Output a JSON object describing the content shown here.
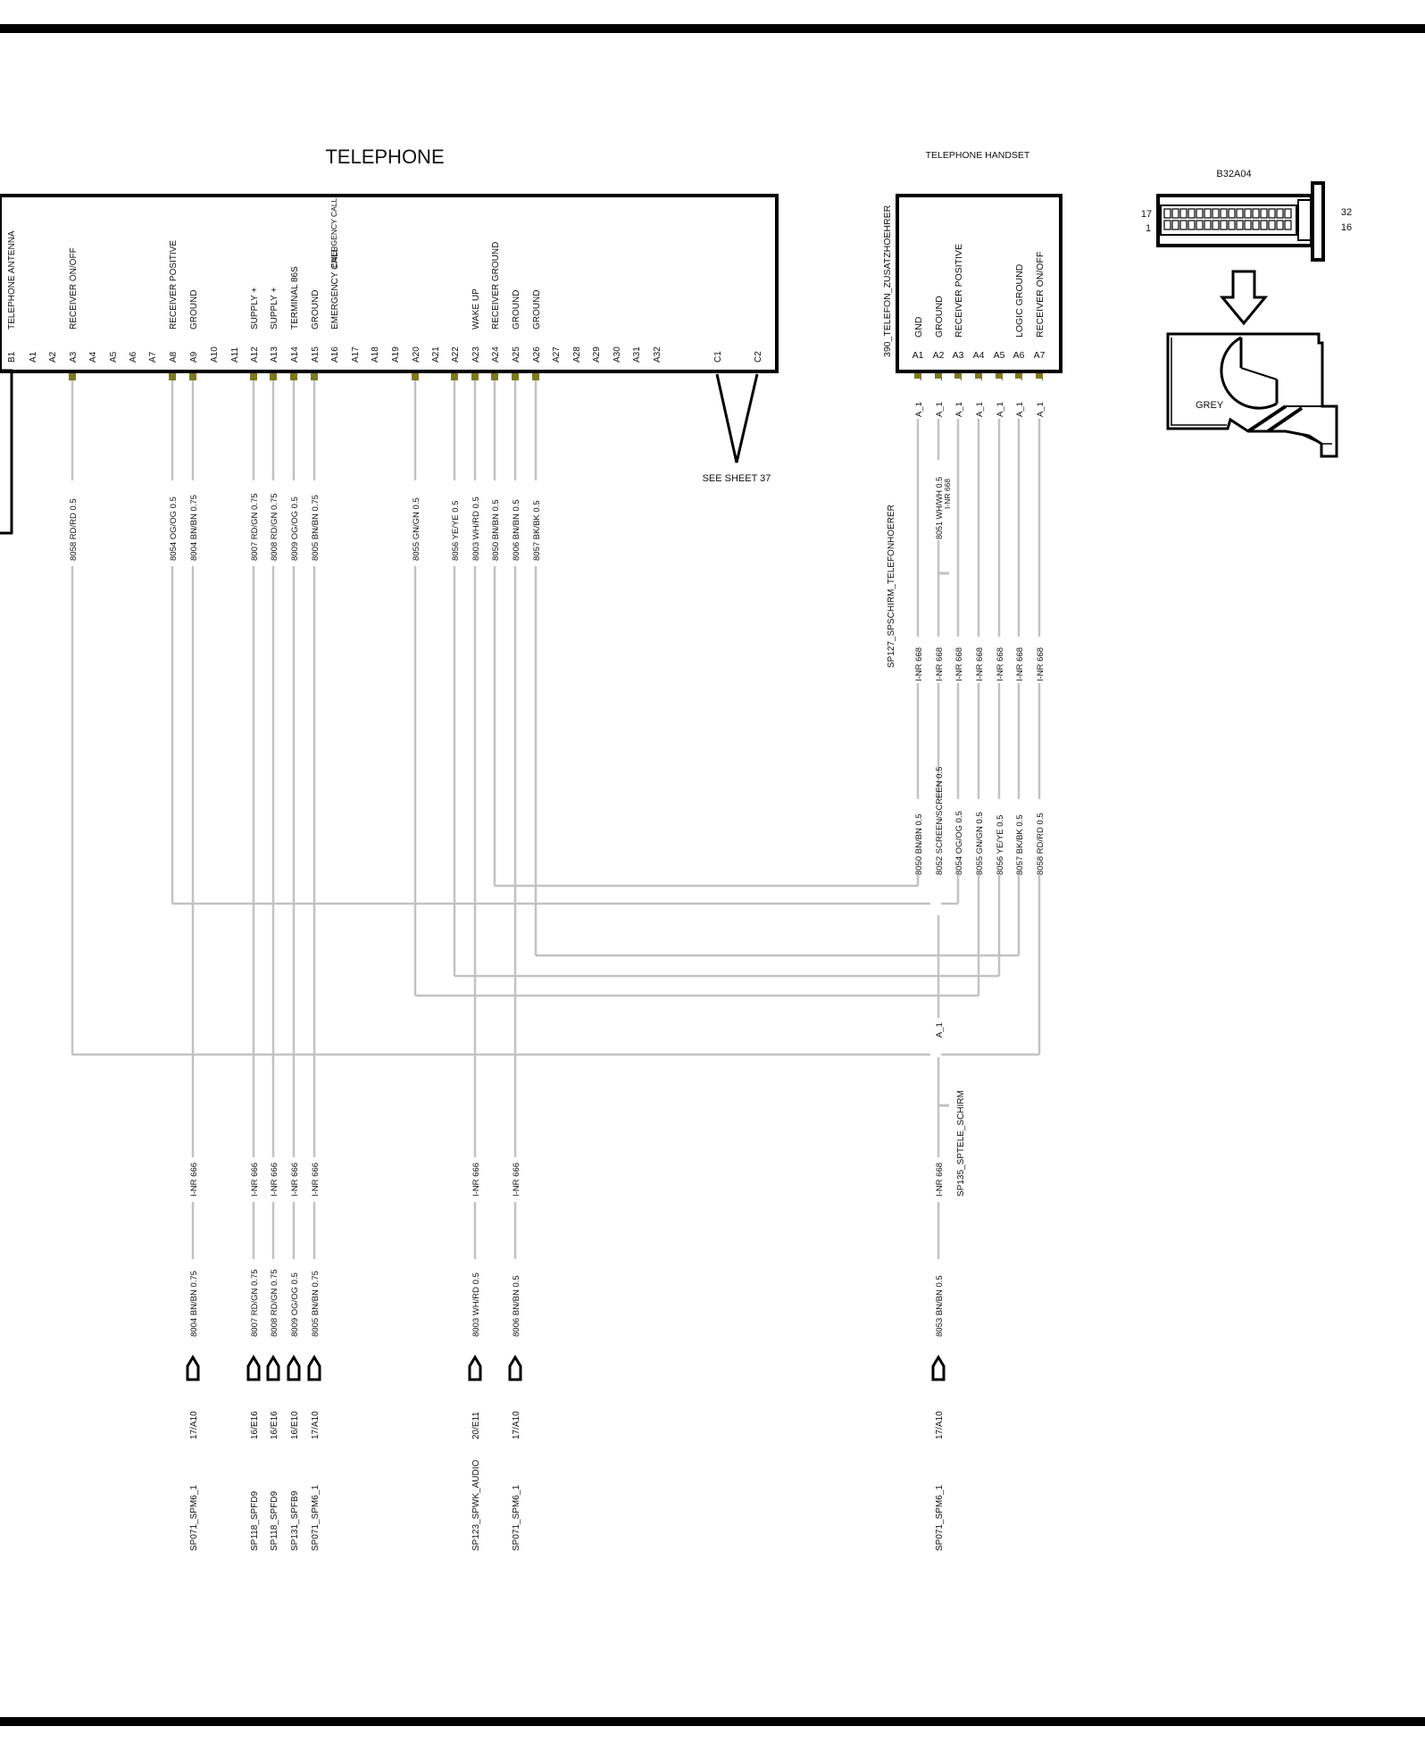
{
  "telephone": {
    "title": "TELEPHONE",
    "pin_functions": [
      {
        "id": "B1",
        "fn": "TELEPHONE ANTENNA"
      },
      {
        "id": "A1",
        "fn": ""
      },
      {
        "id": "A2",
        "fn": ""
      },
      {
        "id": "A3",
        "fn": "RECEIVER   ON/OFF"
      },
      {
        "id": "A4",
        "fn": ""
      },
      {
        "id": "A5",
        "fn": ""
      },
      {
        "id": "A6",
        "fn": ""
      },
      {
        "id": "A7",
        "fn": ""
      },
      {
        "id": "A8",
        "fn": "RECEIVER POSITIVE"
      },
      {
        "id": "A9",
        "fn": "GROUND"
      },
      {
        "id": "A10",
        "fn": ""
      },
      {
        "id": "A11",
        "fn": ""
      },
      {
        "id": "A12",
        "fn": "SUPPLY +"
      },
      {
        "id": "A13",
        "fn": "SUPPLY +"
      },
      {
        "id": "A14",
        "fn": "TERMINAL 86S"
      },
      {
        "id": "A15",
        "fn": "GROUND",
        "extra": "EMERGENCY CALL"
      },
      {
        "id": "A16",
        "fn": "EMERGENCY CALL"
      },
      {
        "id": "A17",
        "fn": ""
      },
      {
        "id": "A18",
        "fn": ""
      },
      {
        "id": "A19",
        "fn": ""
      },
      {
        "id": "A20",
        "fn": ""
      },
      {
        "id": "A21",
        "fn": ""
      },
      {
        "id": "A22",
        "fn": ""
      },
      {
        "id": "A23",
        "fn": "WAKE UP"
      },
      {
        "id": "A24",
        "fn": "RECEIVER   GROUND"
      },
      {
        "id": "A25",
        "fn": "GROUND"
      },
      {
        "id": "A26",
        "fn": "GROUND"
      },
      {
        "id": "A27",
        "fn": ""
      },
      {
        "id": "A28",
        "fn": ""
      },
      {
        "id": "A29",
        "fn": ""
      },
      {
        "id": "A30",
        "fn": ""
      },
      {
        "id": "A31",
        "fn": ""
      },
      {
        "id": "A32",
        "fn": ""
      },
      {
        "id": "C1",
        "fn": ""
      },
      {
        "id": "C2",
        "fn": ""
      }
    ],
    "see_sheet": "SEE SHEET 37",
    "upper_wires": [
      {
        "pin": "A3",
        "label": "8058 RD/RD 0.5"
      },
      {
        "pin": "A8",
        "label": "8054 OG/OG 0.5"
      },
      {
        "pin": "A9",
        "label": "8004 BN/BN 0.75"
      },
      {
        "pin": "A12",
        "label": "8007 RD/GN 0.75"
      },
      {
        "pin": "A13",
        "label": "8008 RD/GN 0.75"
      },
      {
        "pin": "A14",
        "label": "8009 OG/OG 0.5"
      },
      {
        "pin": "A15",
        "label": "8005 BN/BN 0.75"
      },
      {
        "pin": "A20",
        "label": "8055 GN/GN 0.5"
      },
      {
        "pin": "A22",
        "label": "8056 YE/YE 0.5"
      },
      {
        "pin": "A23",
        "label": "8003 WH/RD 0.5"
      },
      {
        "pin": "A24",
        "label": "8050 BN/BN 0.5"
      },
      {
        "pin": "A25",
        "label": "8006 BN/BN 0.5"
      },
      {
        "pin": "A26",
        "label": "8057 BK/BK 0.5"
      }
    ],
    "lower_wires": [
      {
        "pin": "A9",
        "inr": "I-NR 666",
        "label": "8004 BN/BN 0.75",
        "ref": "17/A10",
        "splice": "SP071_SPM6_1"
      },
      {
        "pin": "A12",
        "inr": "I-NR 666",
        "label": "8007 RD/GN 0.75",
        "ref": "16/E16",
        "splice": "SP118_SPFD9"
      },
      {
        "pin": "A13",
        "inr": "I-NR 666",
        "label": "8008 RD/GN 0.75",
        "ref": "16/E16",
        "splice": "SP118_SPFD9"
      },
      {
        "pin": "A14",
        "inr": "I-NR 666",
        "label": "8009 OG/OG 0.5",
        "ref": "16/E10",
        "splice": "SP131_SPFB9"
      },
      {
        "pin": "A15",
        "inr": "I-NR 666",
        "label": "8005 BN/BN 0.75",
        "ref": "17/A10",
        "splice": "SP071_SPM6_1"
      },
      {
        "pin": "A23",
        "inr": "I-NR 666",
        "label": "8003 WH/RD 0.5",
        "ref": "20/E11",
        "splice": "SP123_SPWK_AUDIO"
      },
      {
        "pin": "A25",
        "inr": "I-NR 666",
        "label": "8006 BN/BN 0.5",
        "ref": "17/A10",
        "splice": "SP071_SPM6_1"
      }
    ]
  },
  "handset": {
    "title": "TELEPHONE HANDSET",
    "side_label": "390_TELEFON_ZUSATZHOEHRER",
    "pin_functions": [
      {
        "id": "A1",
        "fn": "GND"
      },
      {
        "id": "A2",
        "fn": "GROUND"
      },
      {
        "id": "A3",
        "fn": "RECEIVER POSITIVE"
      },
      {
        "id": "A4",
        "fn": ""
      },
      {
        "id": "A5",
        "fn": ""
      },
      {
        "id": "A6",
        "fn": "LOGIC GROUND"
      },
      {
        "id": "A7",
        "fn": "RECEIVER   ON/OFF"
      }
    ],
    "pin_tag": "A_1",
    "inr_label": "I-NR 668",
    "shield_wire": "8051 WH/WH 0.5",
    "shield_wire_inr": "I-NR 668",
    "splice_upper": "SP127_SPSCHIRM_TELEFONHOERER",
    "wires": [
      {
        "pin": "A1",
        "label": "8050 BN/BN 0.5"
      },
      {
        "pin": "A2",
        "label": "8052 SCREEN/SCREEN 0.5"
      },
      {
        "pin": "A3",
        "label": "8054 OG/OG 0.5"
      },
      {
        "pin": "A4",
        "label": "8055 GN/GN 0.5"
      },
      {
        "pin": "A5",
        "label": "8056 YE/YE 0.5"
      },
      {
        "pin": "A6",
        "label": "8057 BK/BK 0.5"
      },
      {
        "pin": "A7",
        "label": "8058 RD/RD 0.5"
      }
    ],
    "lower": {
      "tag": "A_1",
      "splice": "SP135_SPTELE_SCHIRM",
      "inr": "I-NR 668",
      "label": "8053 BN/BN 0.5",
      "ref": "17/A10",
      "dest_splice": "SP071_SPM6_1"
    }
  },
  "connector": {
    "id": "B32A04",
    "pins": {
      "tl": "17",
      "bl": "1",
      "tr": "32",
      "br": "16"
    },
    "color": "GREY"
  },
  "colors": {
    "wire": "#c2c2c2",
    "terminal": "#7a7a1e",
    "outline": "#000000"
  }
}
